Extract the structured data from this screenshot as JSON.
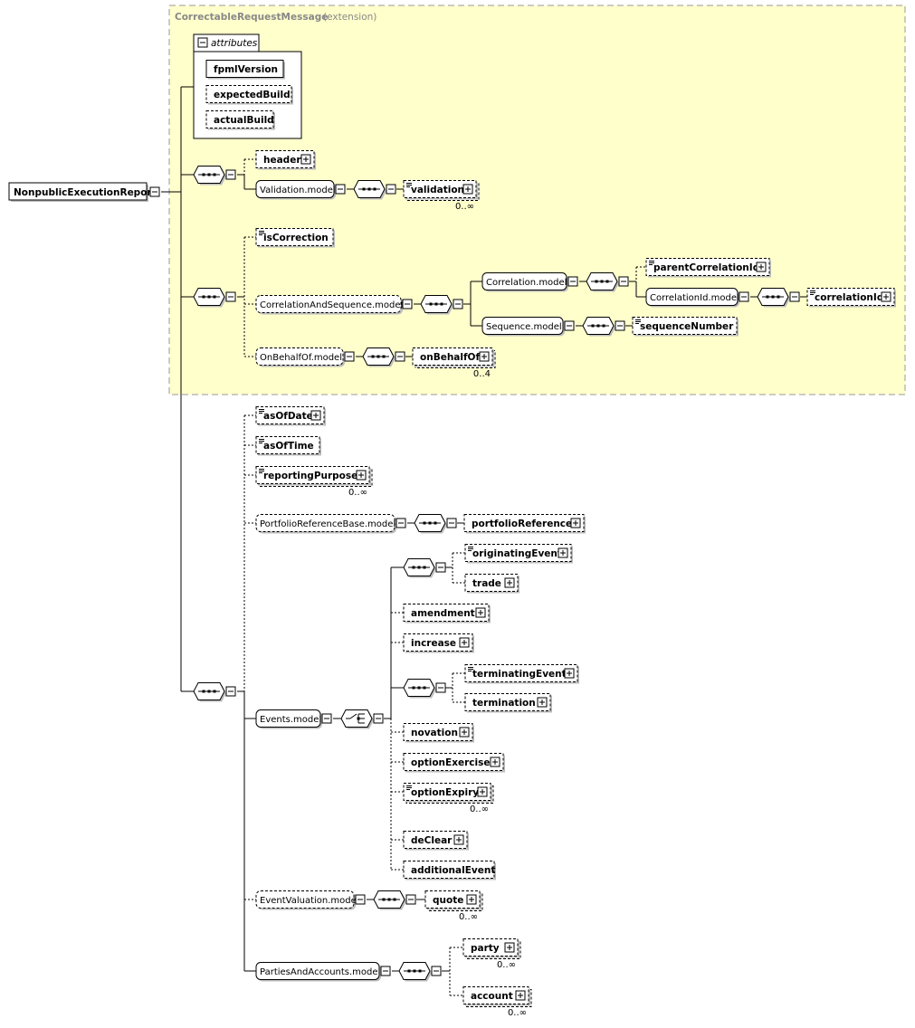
{
  "extension": {
    "name": "CorrectableRequestMessage",
    "note": "(extension)"
  },
  "attributes_label": "attributes",
  "nodes": {
    "root": "NonpublicExecutionReport",
    "fpmlVersion": "fpmlVersion",
    "expectedBuild": "expectedBuild",
    "actualBuild": "actualBuild",
    "header": "header",
    "validationModel": "Validation.model",
    "validation": "validation",
    "isCorrection": "isCorrection",
    "correlationAndSequenceModel": "CorrelationAndSequence.model",
    "correlationModel": "Correlation.model",
    "parentCorrelationId": "parentCorrelationId",
    "correlationIdModel": "CorrelationId.model",
    "correlationId": "correlationId",
    "sequenceModel": "Sequence.model",
    "sequenceNumber": "sequenceNumber",
    "onBehalfOfModel": "OnBehalfOf.model",
    "onBehalfOf": "onBehalfOf",
    "asOfDate": "asOfDate",
    "asOfTime": "asOfTime",
    "reportingPurpose": "reportingPurpose",
    "portfolioReferenceBaseModel": "PortfolioReferenceBase.model",
    "portfolioReference": "portfolioReference",
    "eventsModel": "Events.model",
    "originatingEvent": "originatingEvent",
    "trade": "trade",
    "amendment": "amendment",
    "increase": "increase",
    "terminatingEvent": "terminatingEvent",
    "termination": "termination",
    "novation": "novation",
    "optionExercise": "optionExercise",
    "optionExpiry": "optionExpiry",
    "deClear": "deClear",
    "additionalEvent": "additionalEvent",
    "eventValuationModel": "EventValuation.model",
    "quote": "quote",
    "partiesAndAccountsModel": "PartiesAndAccounts.model",
    "party": "party",
    "account": "account"
  },
  "cardinality": {
    "validation": "0..∞",
    "onBehalfOf": "0..4",
    "reportingPurpose": "0..∞",
    "optionExpiry": "0..∞",
    "quote": "0..∞",
    "party": "0..∞",
    "account": "0..∞"
  },
  "colors": {
    "extension_fill": "#ffffcc",
    "extension_border": "#999999",
    "line": "#000000",
    "shadow": "#bdbdbd"
  }
}
